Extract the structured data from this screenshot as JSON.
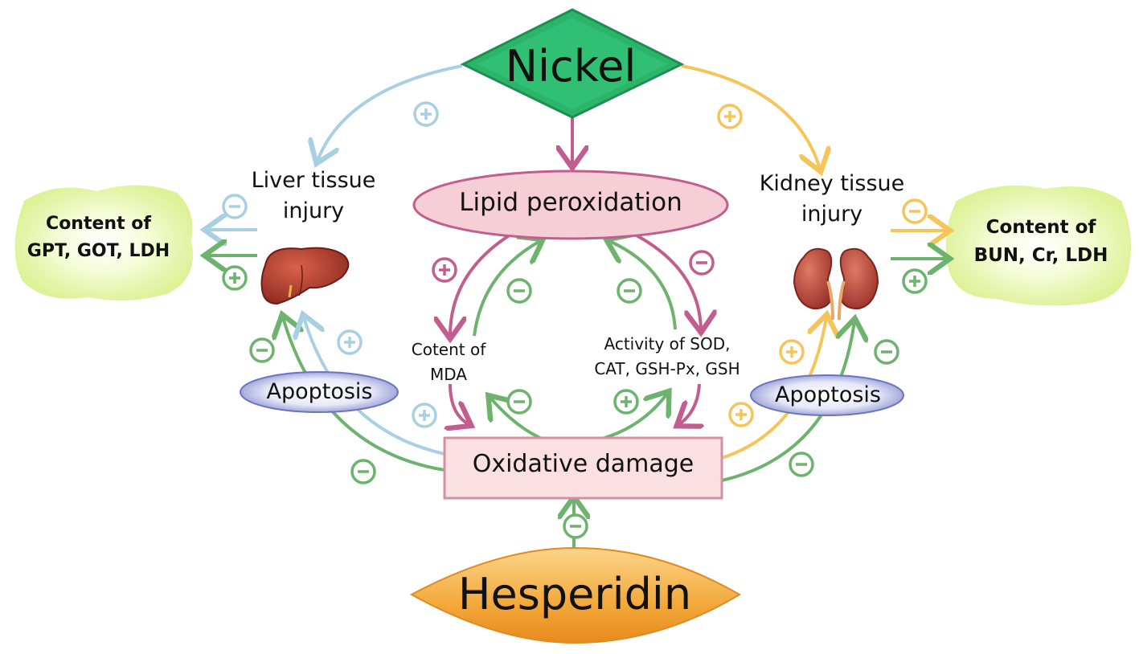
{
  "nodes": {
    "nickel": "Nickel",
    "hesperidin": "Hesperidin",
    "lipid_peroxidation": "Lipid peroxidation",
    "oxidative_damage": "Oxidative damage",
    "liver_injury": [
      "Liver tissue",
      "injury"
    ],
    "kidney_injury": [
      "Kidney tissue",
      "injury"
    ],
    "liver_content": [
      "Content of",
      "GPT, GOT, LDH"
    ],
    "kidney_content": [
      "Content of",
      "BUN, Cr, LDH"
    ],
    "mda": [
      "Cotent of",
      "MDA"
    ],
    "antioxidants": [
      "Activity of SOD,",
      "CAT, GSH-Px, GSH"
    ],
    "apoptosis_left": "Apoptosis",
    "apoptosis_right": "Apoptosis"
  },
  "signs": {
    "plus": "+",
    "minus": "−"
  },
  "colors": {
    "blue": "#a9cfe3",
    "green": "#6db36d",
    "orange": "#f6c55a",
    "pink": "#c25d8f",
    "nickel_fill": "#2bb56a",
    "lipid_fill": "#f6cfd6",
    "oxid_fill": "#fbe0e2",
    "apoptosis_fill": "#7b84c9",
    "content_glow": "#e5f7a6",
    "hesperidin_fill": "#f3a83a"
  }
}
